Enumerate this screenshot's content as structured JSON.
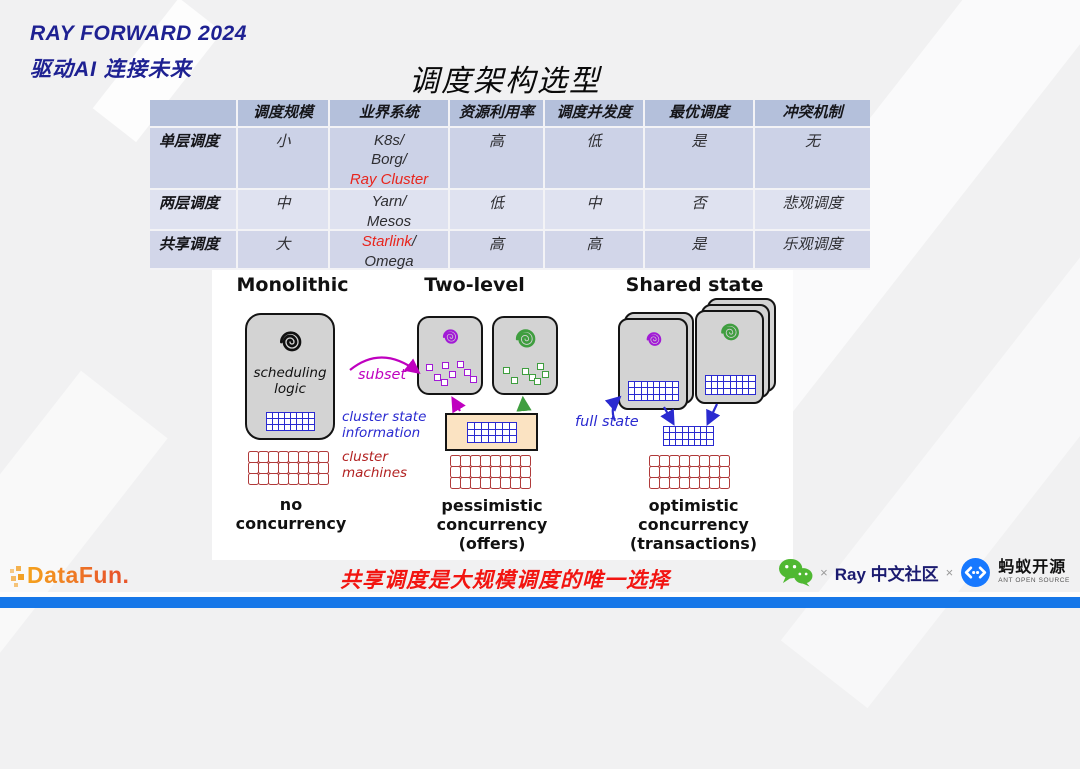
{
  "brand": {
    "line1": "RAY FORWARD 2024",
    "line2": "驱动AI 连接未来"
  },
  "title": "调度架构选型",
  "table": {
    "columns": [
      "",
      "调度规模",
      "业界系统",
      "资源利用率",
      "调度并发度",
      "最优调度",
      "冲突机制"
    ],
    "rows": [
      {
        "label": "单层调度",
        "scale": "小",
        "sys1": "K8s/",
        "sys2": "Borg/",
        "sys3": "Ray Cluster",
        "util": "高",
        "conc": "低",
        "opt": "是",
        "conflict": "无"
      },
      {
        "label": "两层调度",
        "scale": "中",
        "sys1": "Yarn/",
        "sys2": "Mesos",
        "util": "低",
        "conc": "中",
        "opt": "否",
        "conflict": "悲观调度"
      },
      {
        "label": "共享调度",
        "scale": "大",
        "sys1_red": "Starlink",
        "sys1_suffix": "/",
        "sys2": "Omega",
        "util": "高",
        "conc": "高",
        "opt": "是",
        "conflict": "乐观调度"
      }
    ]
  },
  "diagram": {
    "headings": [
      "Monolithic",
      "Two-level",
      "Shared state"
    ],
    "mono_box": {
      "line1": "scheduling",
      "line2": "logic"
    },
    "labels": {
      "subset": "subset",
      "cluster_state1": "cluster state",
      "cluster_state2": "information",
      "machines1": "cluster",
      "machines2": "machines",
      "full_state": "full state"
    },
    "captions": {
      "mono1": "no",
      "mono2": "concurrency",
      "two1": "pessimistic",
      "two2": "concurrency",
      "two3": "(offers)",
      "shared1": "optimistic",
      "shared2": "concurrency",
      "shared3": "(transactions)"
    }
  },
  "footer": {
    "datafun": "DataFun.",
    "tagline": "共享调度是大规模调度的唯一选择",
    "sep1": "×",
    "sep2": "×",
    "ray": "Ray 中文社区",
    "ant": "蚂蚁开源",
    "ant_sub": "ANT OPEN SOURCE"
  },
  "colors": {
    "accent_red": "#e8251d",
    "brand_navy": "#1e2192",
    "table_header_bg": "#b4c0db",
    "row1_bg": "#ccd2e7",
    "row2_bg": "#dfe2f0",
    "row3_bg": "#d2d6e9",
    "bottom_bar_blue": "#1677e8",
    "diagram_blue": "#2a2ad0",
    "diagram_magenta": "#bf00bf",
    "diagram_green": "#3f9e3f",
    "machine_red": "#b03a3a",
    "orange_box_bg": "#fbe3c2",
    "wechat_green": "#4fb832",
    "ant_blue": "#1678ff",
    "datafun_orange": "#ee7a20"
  }
}
